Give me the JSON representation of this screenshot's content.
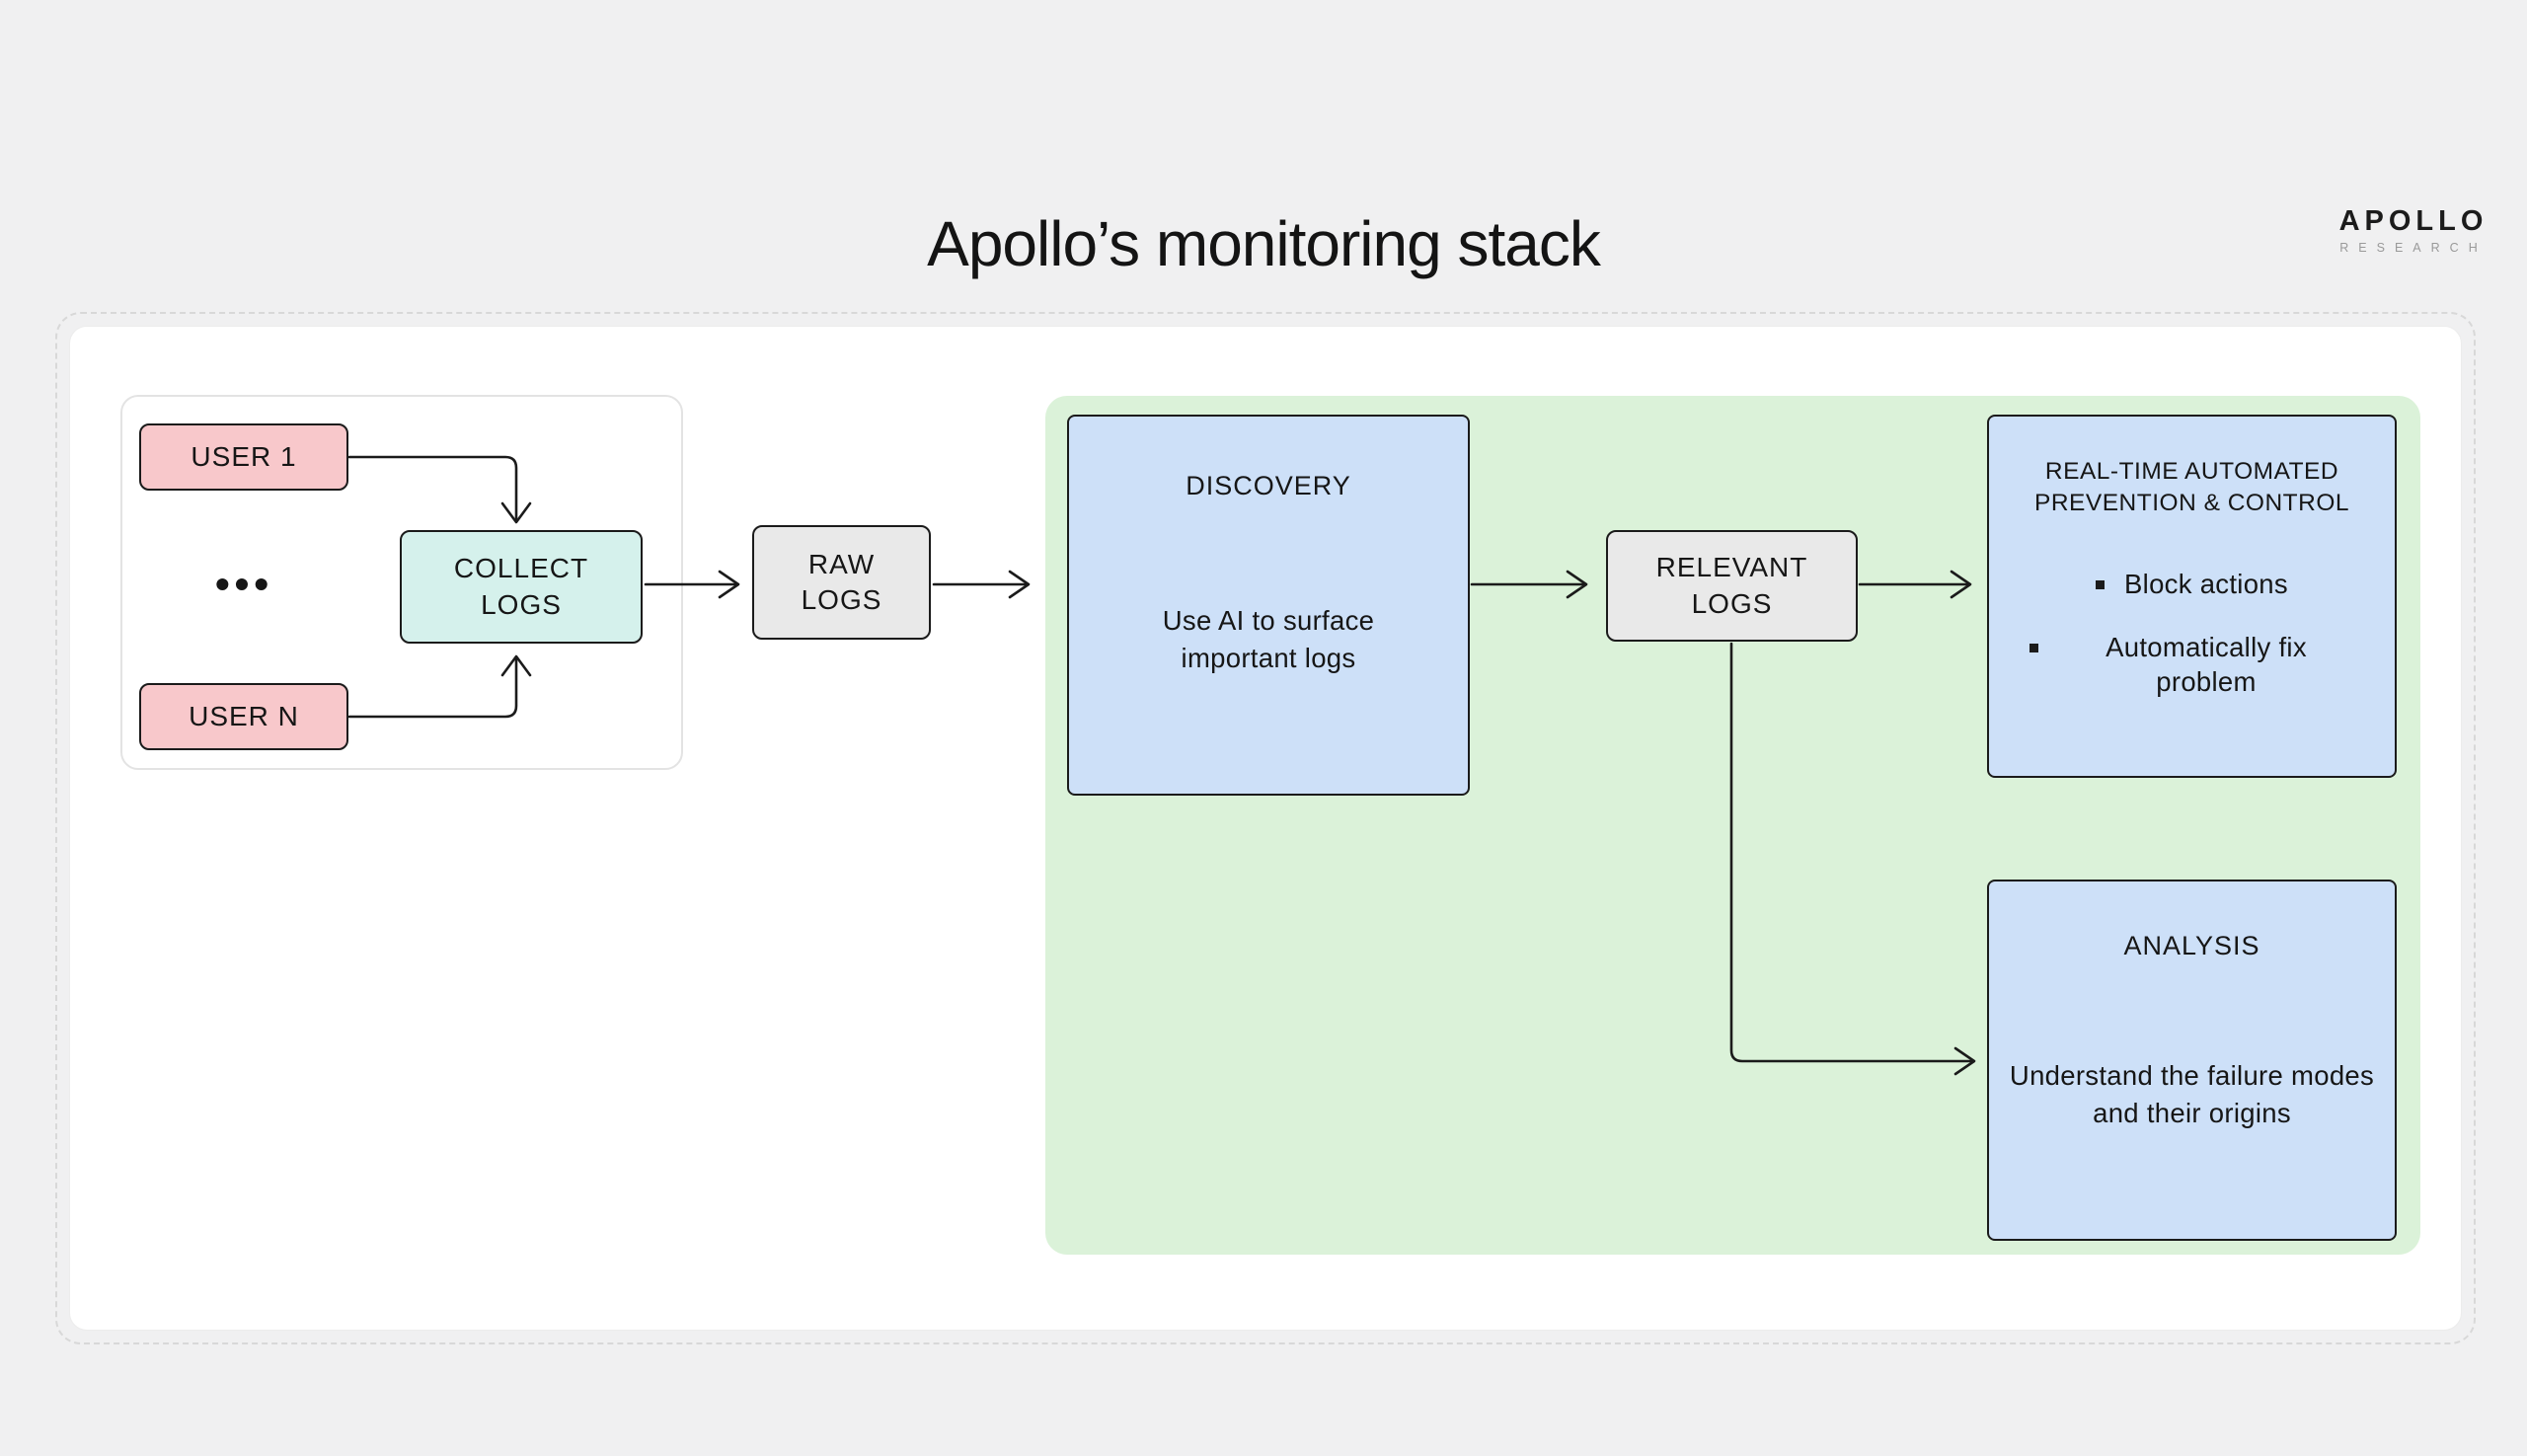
{
  "page": {
    "title": "Apollo’s monitoring stack"
  },
  "logo": {
    "name": "APOLLO",
    "subtitle": "RESEARCH"
  },
  "colors": {
    "background": "#f0f0f1",
    "panel": "#ffffff",
    "green_panel": "#dbf2d9",
    "blue_card": "#cde0f8",
    "pink_node": "#f8c8cb",
    "mint_node": "#d5f1ec",
    "gray_node": "#e9e9e9",
    "line": "#1b1b1b"
  },
  "diagram": {
    "users_group": {
      "user1": "USER 1",
      "dots": "•••",
      "userN": "USER N",
      "collect": "COLLECT LOGS"
    },
    "raw_logs": "RAW LOGS",
    "pipeline": {
      "discovery": {
        "title": "DISCOVERY",
        "body": "Use AI to surface important logs"
      },
      "relevant_logs": "RELEVANT LOGS",
      "realtime": {
        "title": "REAL-TIME AUTOMATED PREVENTION & CONTROL",
        "bullets": [
          "Block actions",
          "Automatically fix problem"
        ]
      },
      "analysis": {
        "title": "ANALYSIS",
        "body": "Understand the failure modes and their origins"
      }
    }
  }
}
